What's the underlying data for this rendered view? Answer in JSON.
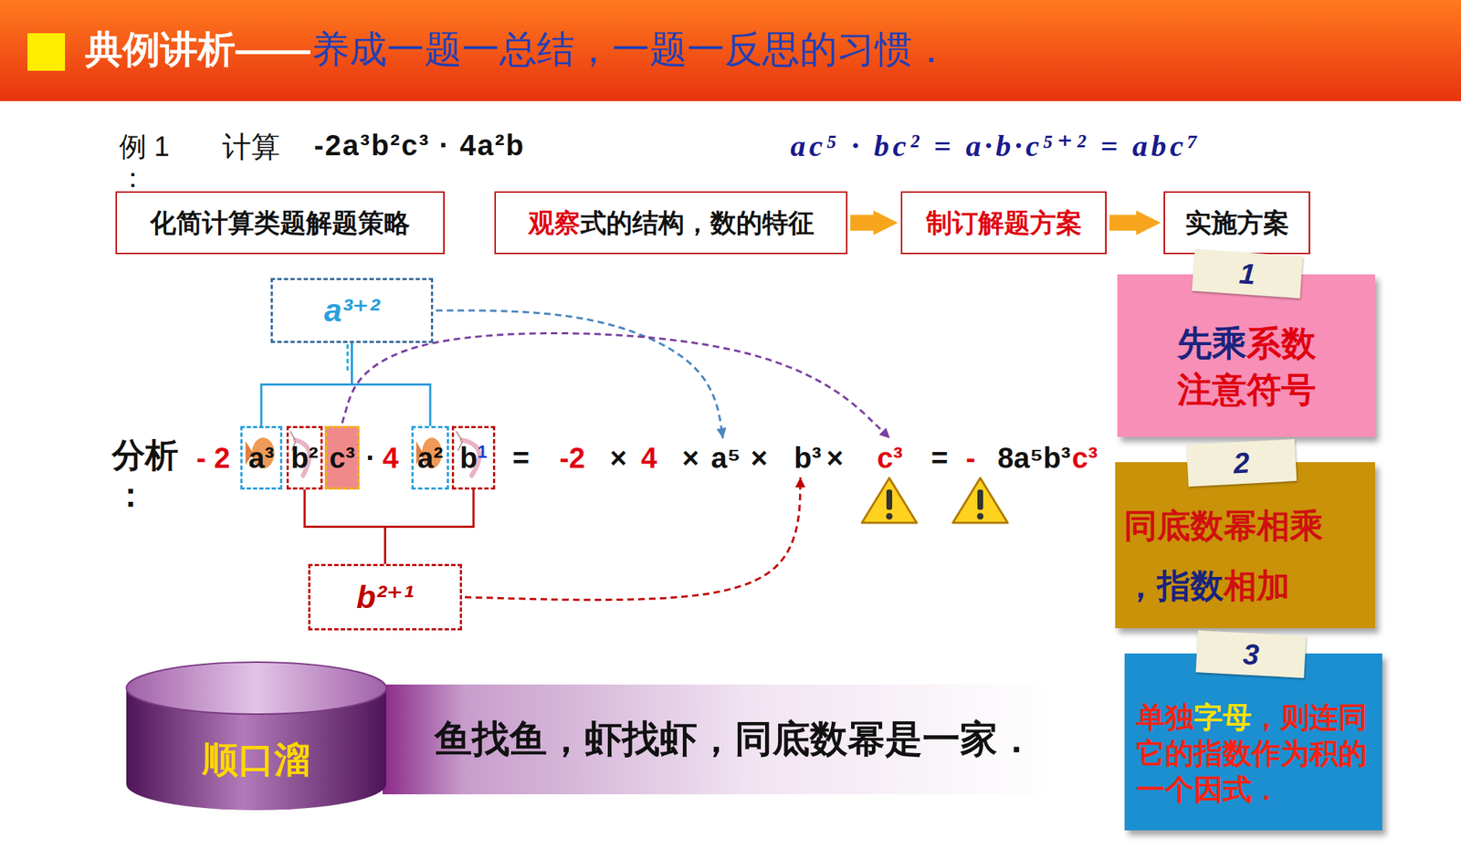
{
  "diagram": {
    "title": "典例讲析——",
    "nodes": [
      {
        "text": [
          "化简计算类题解题策略"
        ]
      },
      {
        "text": [
          "观察",
          "式的结构，数的特征"
        ]
      },
      {
        "text": [
          "制订解题方案"
        ]
      },
      {
        "text": [
          "实施方案"
        ]
      },
      {
        "text": [
          "a³⁺²"
        ]
      },
      {
        "text": [
          "a³"
        ]
      },
      {
        "text": [
          "b²"
        ]
      },
      {
        "text": [
          "c³"
        ]
      },
      {
        "text": [
          "a²"
        ]
      },
      {
        "text": [
          "b",
          "1"
        ]
      },
      {
        "text": [
          "b²⁺¹"
        ]
      },
      {
        "text": [
          "先乘",
          "系数",
          "注意符号"
        ]
      },
      {
        "text": [
          "1"
        ],
        "in": 11
      },
      {
        "text": [
          "同底数幂相乘",
          "，指数",
          "相加"
        ]
      },
      {
        "text": [
          "2"
        ],
        "in": 13
      },
      {
        "text": [
          "单独",
          "字母",
          "，则连同它的指数作为积的一个因式．"
        ]
      },
      {
        "text": [
          "3"
        ],
        "in": 15
      },
      {
        "text": [
          "顺口溜"
        ]
      },
      {
        "text": [
          "鱼找鱼，虾找虾，同底数幂是一家．"
        ]
      }
    ],
    "edges": [
      {
        "from": 1,
        "to": 2,
        "arrow": "to"
      },
      {
        "from": 2,
        "to": 3,
        "arrow": "to"
      },
      {
        "from": 5,
        "to": 4,
        "arrow": "none"
      },
      {
        "from": 8,
        "to": 4,
        "arrow": "none"
      },
      {
        "from": 6,
        "to": 10,
        "arrow": "none"
      },
      {
        "from": 9,
        "to": 10,
        "arrow": "none"
      }
    ],
    "labels": [
      "养成一题一总结，一题一反思的习惯．",
      "例 1",
      "：",
      "计算",
      "-2a³b²c³ · 4a²b",
      "ac⁵ · bc² = a·b·c⁵⁺² = abc⁷",
      "分析",
      "：",
      "- 2",
      "·",
      "4",
      "=",
      "-2",
      "×",
      "4",
      "×",
      "a⁵",
      "×",
      "b³",
      "×",
      "c³",
      "=",
      "-",
      "8a⁵b³",
      "c³"
    ]
  }
}
